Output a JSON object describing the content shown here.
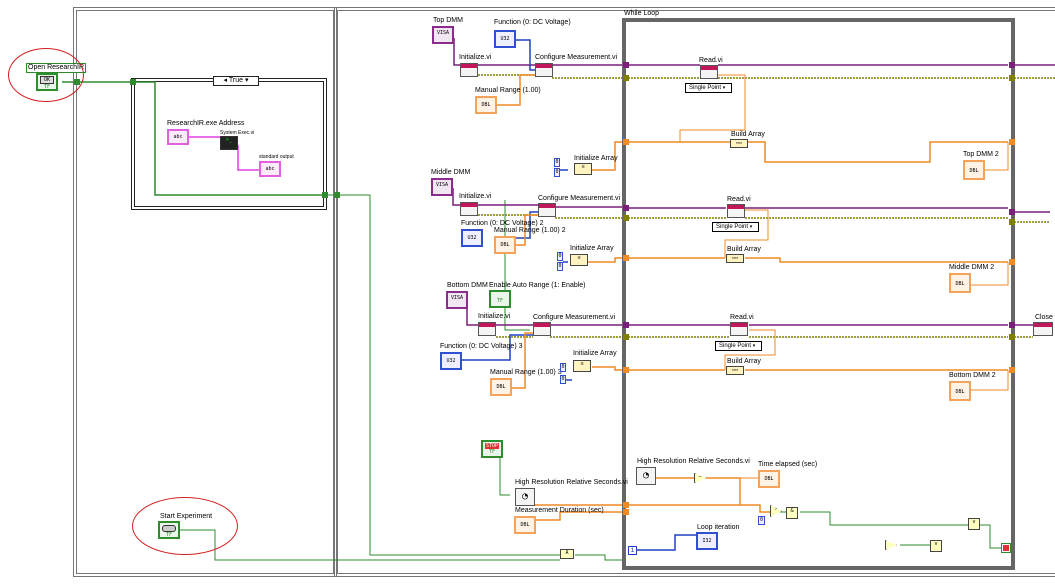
{
  "outer_structure": {
    "case_selector": "True",
    "while_loop_label": "While Loop"
  },
  "labels": {
    "open_research_ir": "Open ResearchIR",
    "open_btn_text": "OK",
    "researchir_address": "ResearchIR.exe Address",
    "system_exec": "System Exec.vi",
    "standard_output": "standard output",
    "start_experiment": "Start Experiment",
    "top_dmm": "Top DMM",
    "middle_dmm": "Middle DMM",
    "bottom_dmm": "Bottom DMM",
    "function_top": "Function (0: DC Voltage)",
    "function_mid": "Function (0: DC Voltage) 2",
    "function_bot": "Function (0: DC Voltage) 3",
    "initialize_vi_1": "Initialize.vi",
    "initialize_vi_2": "Initialize.vi",
    "initialize_vi_3": "Initialize.vi",
    "configure_1": "Configure Measurement.vi",
    "configure_2": "Configure Measurement.vi",
    "configure_3": "Configure Measurement.vi",
    "manual_range_1": "Manual Range (1.00)",
    "manual_range_2": "Manual Range (1.00) 2",
    "manual_range_3": "Manual Range (1.00) 3",
    "enable_auto_range": "Enable Auto Range (1: Enable)",
    "init_array_1": "Initialize Array",
    "init_array_2": "Initialize Array",
    "init_array_3": "Initialize Array",
    "read_vi_1": "Read.vi",
    "read_vi_2": "Read.vi",
    "read_vi_3": "Read.vi",
    "single_point_1": "Single Point",
    "single_point_2": "Single Point",
    "single_point_3": "Single Point",
    "build_array_1": "Build Array",
    "build_array_2": "Build Array",
    "build_array_3": "Build Array",
    "top_dmm_2": "Top DMM 2",
    "middle_dmm_2": "Middle DMM 2",
    "bottom_dmm_2": "Bottom DMM 2",
    "close": "Close",
    "hr_seconds_1": "High Resolution Relative Seconds.vi",
    "hr_seconds_2": "High Resolution Relative Seconds.vi",
    "time_elapsed": "Time elapsed (sec)",
    "measurement_duration": "Measurement Duration (sec)",
    "loop_iteration": "Loop iteration",
    "stop_text": "STOP",
    "const_zero": "0",
    "iter_i": "i",
    "dbl": "DBL",
    "i32": "I32",
    "tf": "TF",
    "visa": "VISA",
    "u32": "U32",
    "abc": "abc"
  },
  "colors": {
    "wire_orange": "#f08a24",
    "wire_blue": "#2040c0",
    "wire_green": "#2e8b2e",
    "wire_pink": "#e040e0",
    "wire_purple": "#7a1f7a",
    "wire_olive": "#7f7f00",
    "annotation_red": "#d42020"
  }
}
